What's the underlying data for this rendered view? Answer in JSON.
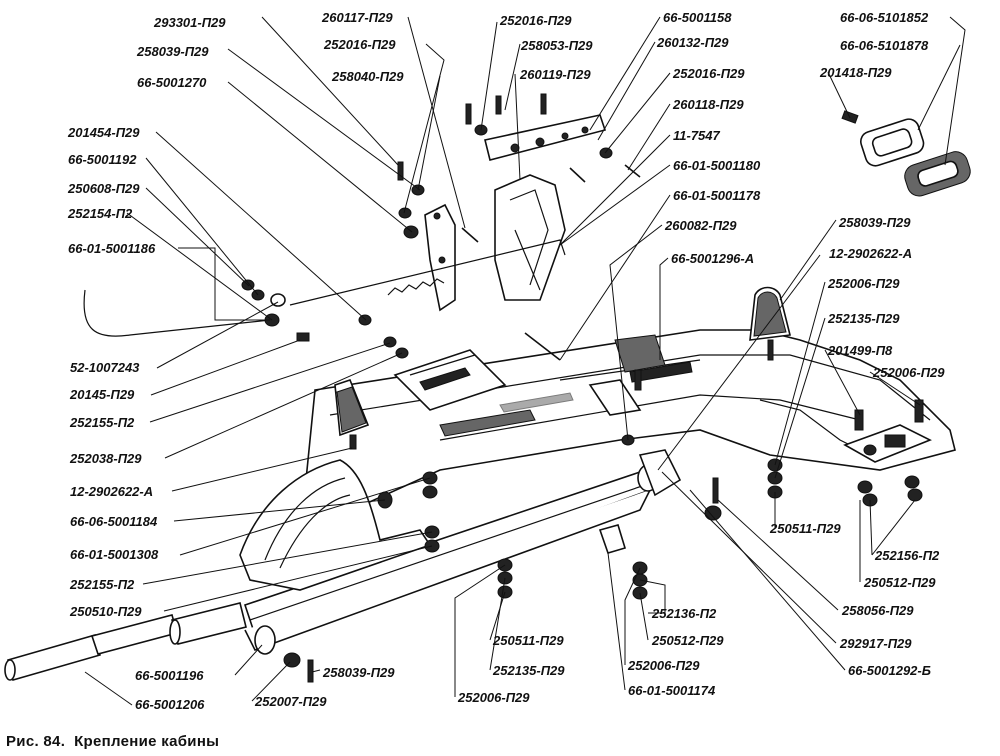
{
  "caption": {
    "figure": "Рис. 84.",
    "title": "Крепление кабины"
  },
  "labels": {
    "293301_p29": "293301-П29",
    "258039_p29_top": "258039-П29",
    "66_5001270": "66-5001270",
    "201454_p29": "201454-П29",
    "66_5001192": "66-5001192",
    "250608_p29": "250608-П29",
    "252154_p2": "252154-П2",
    "66_01_5001186": "66-01-5001186",
    "52_1007243": "52-1007243",
    "20145_p29": "20145-П29",
    "252155_p2_left": "252155-П2",
    "252038_p29": "252038-П29",
    "12_2902622_a_left": "12-2902622-А",
    "66_06_5001184": "66-06-5001184",
    "66_01_5001308": "66-01-5001308",
    "252155_p2_lower": "252155-П2",
    "250510_p29": "250510-П29",
    "66_5001196": "66-5001196",
    "66_5001206": "66-5001206",
    "258039_p29_bottom": "258039-П29",
    "252007_p29": "252007-П29",
    "260117_p29": "260117-П29",
    "252016_p29_a": "252016-П29",
    "258040_p29": "258040-П29",
    "252016_p29_b": "252016-П29",
    "258053_p29": "258053-П29",
    "260119_p29": "260119-П29",
    "66_5001158": "66-5001158",
    "260132_p29": "260132-П29",
    "252016_p29_c": "252016-П29",
    "260118_p29": "260118-П29",
    "11_7547": "11-7547",
    "66_01_5001180": "66-01-5001180",
    "66_01_5001178": "66-01-5001178",
    "260082_p29": "260082-П29",
    "66_5001296_a": "66-5001296-А",
    "66_06_5101852": "66-06-5101852",
    "66_06_5101878": "66-06-5101878",
    "201418_p29": "201418-П29",
    "258039_p29_right": "258039-П29",
    "12_2902622_a_right": "12-2902622-А",
    "252006_p29_a": "252006-П29",
    "252135_p29_right": "252135-П29",
    "201499_p8": "201499-П8",
    "252006_p29_b": "252006-П29",
    "250511_p29_right": "250511-П29",
    "252156_p2": "252156-П2",
    "250512_p29_right": "250512-П29",
    "258056_p29": "258056-П29",
    "292917_p29": "292917-П29",
    "66_5001292_b": "66-5001292-Б",
    "250511_p29_mid": "250511-П29",
    "252135_p29_mid": "252135-П29",
    "252006_p29_mid": "252006-П29",
    "252136_p2": "252136-П2",
    "250512_p29_mid": "250512-П29",
    "252006_p29_low": "252006-П29",
    "66_01_5001174": "66-01-5001174"
  }
}
